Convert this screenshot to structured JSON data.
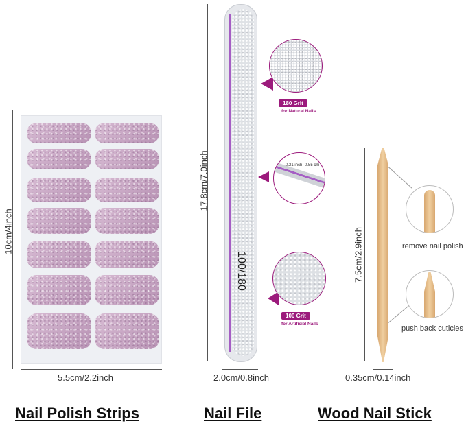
{
  "strips": {
    "height_label": "10cm/4inch",
    "width_label": "5.5cm/2.2inch",
    "title": "Nail Polish Strips",
    "color": "#c9a8c6"
  },
  "file": {
    "length_label": "17.8cm/7.0inch",
    "width_label": "2.0cm/0.8inch",
    "grit_print": "100/180",
    "title": "Nail File",
    "grit_180": {
      "badge": "180 Grit",
      "sub": "for Natural Nails"
    },
    "thickness": {
      "a": "0.21 inch",
      "b": "0.55 cm"
    },
    "grit_100": {
      "badge": "100 Grit",
      "sub": "for Artificial Nails"
    },
    "accent": "#9c1a7c"
  },
  "stick": {
    "length_label": "7.5cm/2.9inch",
    "width_label": "0.35cm/0.14inch",
    "title": "Wood Nail Stick",
    "use_tip": "remove nail polish",
    "use_point": "push back cuticles",
    "color": "#e8c497"
  }
}
